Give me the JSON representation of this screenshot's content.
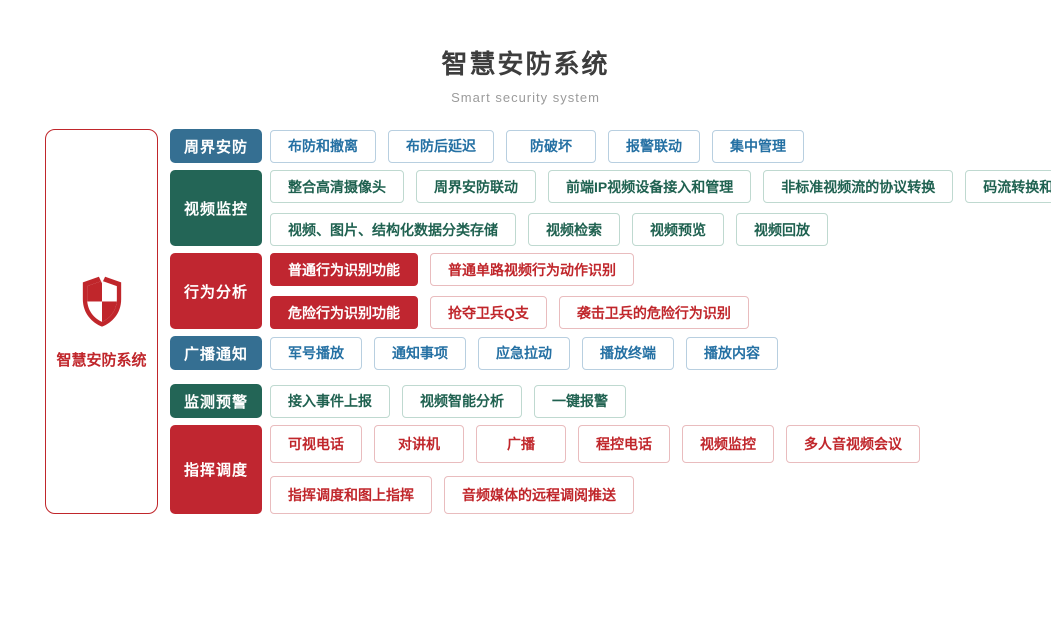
{
  "header": {
    "title": "智慧安防系统",
    "subtitle": "Smart security system"
  },
  "root": {
    "label": "智慧安防系统",
    "icon": "shield-icon"
  },
  "colors": {
    "blue": "#356f92",
    "green": "#236556",
    "red": "#c02630",
    "chip_blue_text": "#2470a3",
    "chip_green_text": "#1f6150",
    "chip_red_text": "#c0262b"
  },
  "groups": [
    {
      "label": "周界安防",
      "color": "blue",
      "lines": [
        [
          {
            "text": "布防和撤离"
          },
          {
            "text": "布防后延迟"
          },
          {
            "text": "防破坏"
          },
          {
            "text": "报警联动"
          },
          {
            "text": "集中管理"
          }
        ]
      ]
    },
    {
      "label": "视频监控",
      "color": "green",
      "lines": [
        [
          {
            "text": "整合高清摄像头"
          },
          {
            "text": "周界安防联动"
          },
          {
            "text": "前端IP视频设备接入和管理"
          },
          {
            "text": "非标准视频流的协议转换"
          },
          {
            "text": "码流转换和接口转换"
          }
        ],
        [
          {
            "text": "视频、图片、结构化数据分类存储"
          },
          {
            "text": "视频检索"
          },
          {
            "text": "视频预览"
          },
          {
            "text": "视频回放"
          }
        ]
      ]
    },
    {
      "label": "行为分析",
      "color": "red",
      "lines": [
        [
          {
            "text": "普通行为识别功能",
            "solid": true
          },
          {
            "text": "普通单路视频行为动作识别"
          }
        ],
        [
          {
            "text": "危险行为识别功能",
            "solid": true
          },
          {
            "text": "抢夺卫兵Q支"
          },
          {
            "text": "袭击卫兵的危险行为识别"
          }
        ]
      ]
    },
    {
      "label": "广播通知",
      "color": "blue",
      "lines": [
        [
          {
            "text": "军号播放"
          },
          {
            "text": "通知事项"
          },
          {
            "text": "应急拉动"
          },
          {
            "text": "播放终端"
          },
          {
            "text": "播放内容"
          }
        ]
      ]
    },
    {
      "label": "监测预警",
      "color": "green",
      "lines": [
        [
          {
            "text": "接入事件上报"
          },
          {
            "text": "视频智能分析"
          },
          {
            "text": "一键报警"
          }
        ]
      ]
    },
    {
      "label": "指挥调度",
      "color": "red",
      "tall": true,
      "lines": [
        [
          {
            "text": "可视电话"
          },
          {
            "text": "对讲机"
          },
          {
            "text": "广播"
          },
          {
            "text": "程控电话"
          },
          {
            "text": "视频监控"
          },
          {
            "text": "多人音视频会议"
          }
        ],
        [
          {
            "text": "指挥调度和图上指挥"
          },
          {
            "text": "音频媒体的远程调阅推送"
          }
        ]
      ]
    }
  ]
}
